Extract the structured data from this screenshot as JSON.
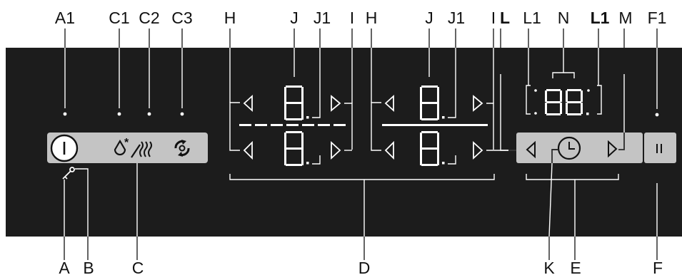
{
  "labels": {
    "top": [
      "A1",
      "C1",
      "C2",
      "C3",
      "H",
      "J",
      "J1",
      "I",
      "H",
      "J",
      "J1",
      "I",
      "L",
      "L1",
      "N",
      "L1",
      "M",
      "F1"
    ],
    "bottom": [
      "A",
      "B",
      "C",
      "D",
      "K",
      "E",
      "F"
    ]
  },
  "displays": {
    "digit": "8.",
    "timer": "88.",
    "pause_symbol": "II"
  },
  "colors": {
    "panel": "#1c1c1c",
    "control_strip": "#c4c4c4",
    "indicator": "#ffffff",
    "label_text": "#111111"
  },
  "icons": [
    "power-icon",
    "key-lock-icon",
    "water-frost-heat-icon",
    "recirculation-fan-icon",
    "arrow-left-icon",
    "arrow-right-icon",
    "clock-icon",
    "pause-icon"
  ]
}
